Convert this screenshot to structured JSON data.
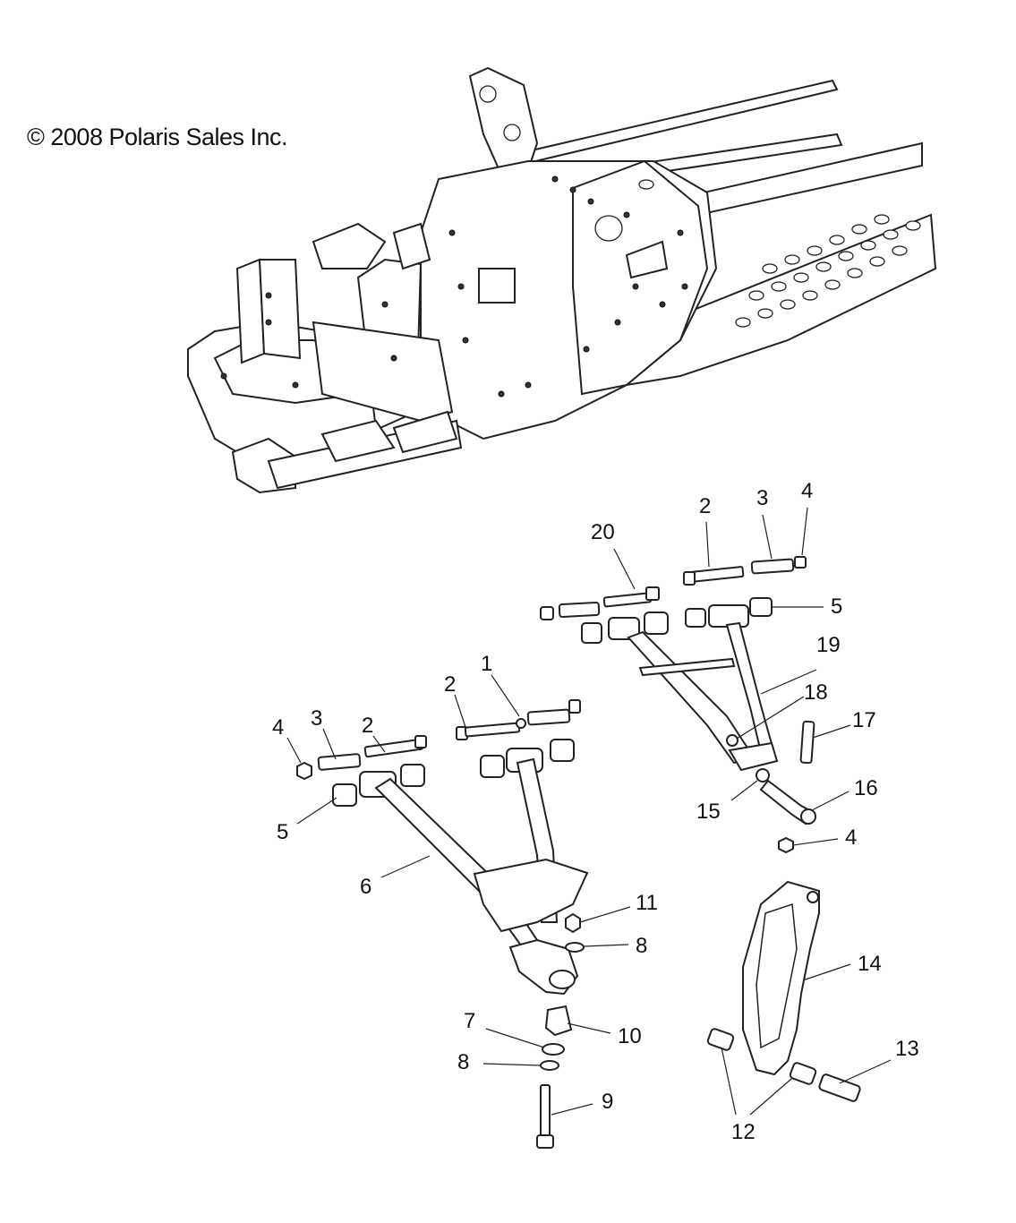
{
  "copyright": "© 2008 Polaris Sales Inc.",
  "callouts": [
    {
      "id": "c20",
      "label": "20"
    },
    {
      "id": "c2a",
      "label": "2"
    },
    {
      "id": "c3a",
      "label": "3"
    },
    {
      "id": "c4a",
      "label": "4"
    },
    {
      "id": "c5a",
      "label": "5"
    },
    {
      "id": "c19",
      "label": "19"
    },
    {
      "id": "c18",
      "label": "18"
    },
    {
      "id": "c17",
      "label": "17"
    },
    {
      "id": "c16",
      "label": "16"
    },
    {
      "id": "c15",
      "label": "15"
    },
    {
      "id": "c4b",
      "label": "4"
    },
    {
      "id": "c1",
      "label": "1"
    },
    {
      "id": "c2b",
      "label": "2"
    },
    {
      "id": "c2c",
      "label": "2"
    },
    {
      "id": "c3b",
      "label": "3"
    },
    {
      "id": "c4c",
      "label": "4"
    },
    {
      "id": "c5b",
      "label": "5"
    },
    {
      "id": "c6",
      "label": "6"
    },
    {
      "id": "c11",
      "label": "11"
    },
    {
      "id": "c8a",
      "label": "8"
    },
    {
      "id": "c7",
      "label": "7"
    },
    {
      "id": "c10",
      "label": "10"
    },
    {
      "id": "c8b",
      "label": "8"
    },
    {
      "id": "c9",
      "label": "9"
    },
    {
      "id": "c14",
      "label": "14"
    },
    {
      "id": "c13",
      "label": "13"
    },
    {
      "id": "c12",
      "label": "12"
    }
  ]
}
